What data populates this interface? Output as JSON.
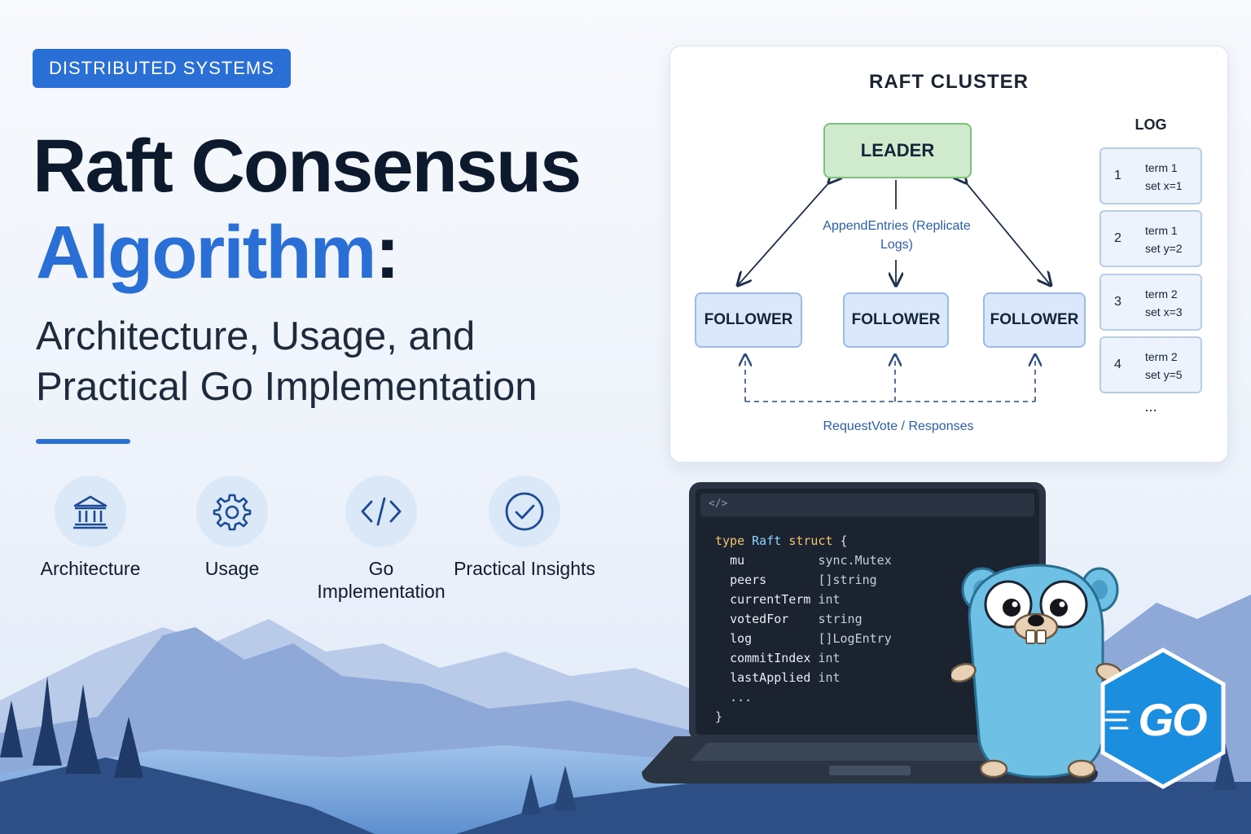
{
  "badge": "DISTRIBUTED SYSTEMS",
  "title": {
    "line1": "Raft Consensus",
    "line2": "Algorithm",
    "colon": ":"
  },
  "subtitle": "Architecture, Usage, and Practical Go Implementation",
  "features": [
    {
      "label": "Architecture",
      "icon": "architecture-icon"
    },
    {
      "label": "Usage",
      "icon": "gear-icon"
    },
    {
      "label": "Go Implementation",
      "icon": "code-icon"
    },
    {
      "label": "Practical Insights",
      "icon": "check-circle-icon"
    }
  ],
  "cluster": {
    "title": "RAFT CLUSTER",
    "leader": "LEADER",
    "followers": [
      "FOLLOWER",
      "FOLLOWER",
      "FOLLOWER"
    ],
    "append_label": "AppendEntries (Replicate Logs)",
    "vote_label": "RequestVote / Responses",
    "log_title": "LOG",
    "log_entries": [
      {
        "index": "1",
        "term": "term 1",
        "cmd": "set x=1"
      },
      {
        "index": "2",
        "term": "term 1",
        "cmd": "set y=2"
      },
      {
        "index": "3",
        "term": "term 2",
        "cmd": "set x=3"
      },
      {
        "index": "4",
        "term": "term 2",
        "cmd": "set y=5"
      }
    ],
    "log_more": "..."
  },
  "laptop": {
    "tab_icon": "</>",
    "code": {
      "kw_type": "type",
      "name": "Raft",
      "kw_struct": "struct",
      "open": "{",
      "fields": [
        {
          "name": "mu",
          "type": "sync.Mutex"
        },
        {
          "name": "peers",
          "type": "[]string"
        },
        {
          "name": "currentTerm",
          "type": "int"
        },
        {
          "name": "votedFor",
          "type": "string"
        },
        {
          "name": "log",
          "type": "[]LogEntry"
        },
        {
          "name": "commitIndex",
          "type": "int"
        },
        {
          "name": "lastApplied",
          "type": "int"
        }
      ],
      "ellipsis": "...",
      "close": "}"
    }
  },
  "go_logo": "GO",
  "colors": {
    "brand_blue": "#2a6fd6",
    "leader_green": "#cfeacc",
    "follower_blue": "#dbe8fb",
    "gopher_blue": "#6ec1e4",
    "code_bg": "#1b2330"
  }
}
